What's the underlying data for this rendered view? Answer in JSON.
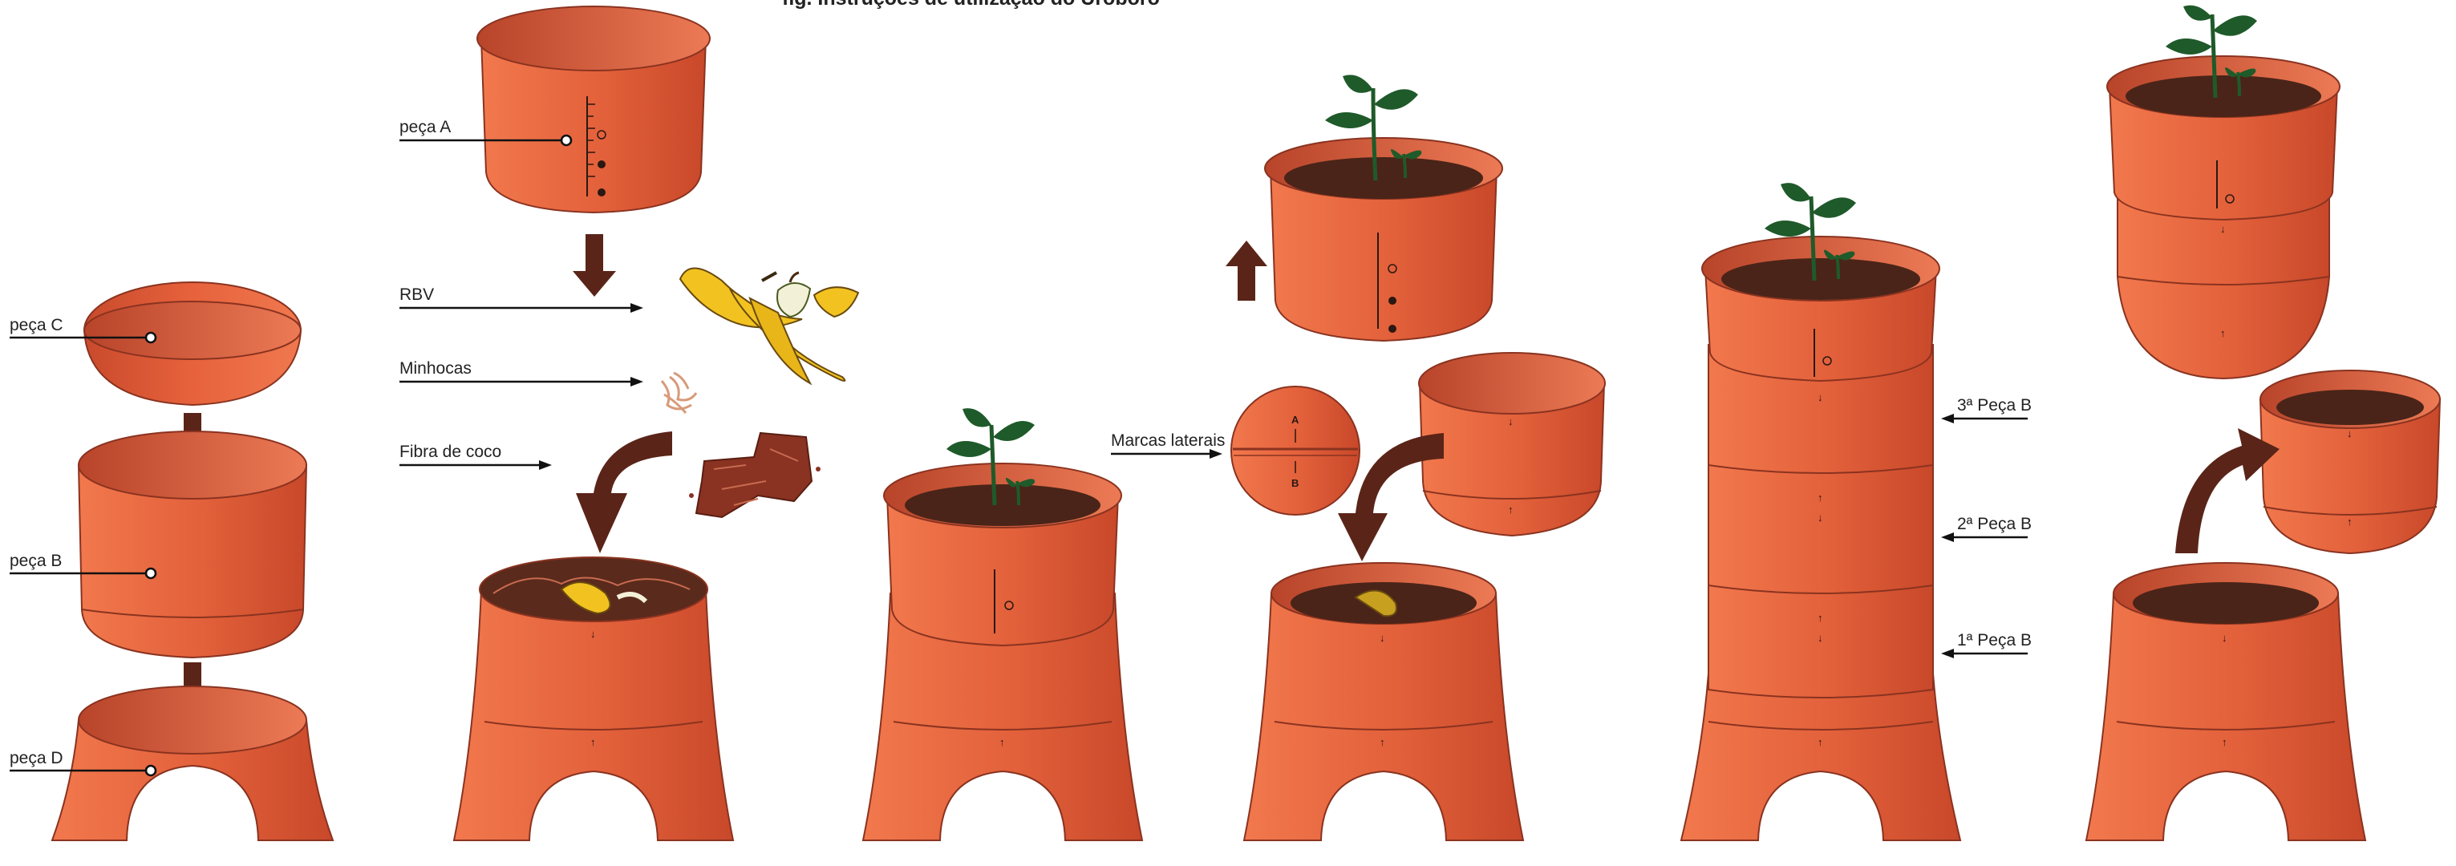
{
  "title": "fig.  Instruções de utilização do Urobôro",
  "labels": {
    "piece_c": "peça C",
    "piece_b": "peça B",
    "piece_d": "peça D",
    "piece_a": "peça A",
    "rbv": "RBV",
    "worms": "Minhocas",
    "coconut_fiber": "Fibra de coco",
    "side_marks": "Marcas laterais",
    "mark_a": "A",
    "mark_b": "B",
    "third_b": "3ª Peça B",
    "second_b": "2ª Peça B",
    "first_b": "1ª Peça B"
  },
  "colors": {
    "terracotta": "#e8663f",
    "terracotta_dark": "#c64a2a",
    "soil": "#4a2418",
    "arrow": "#5a2418",
    "leaf": "#1f5a2a",
    "banana": "#f2c320"
  }
}
